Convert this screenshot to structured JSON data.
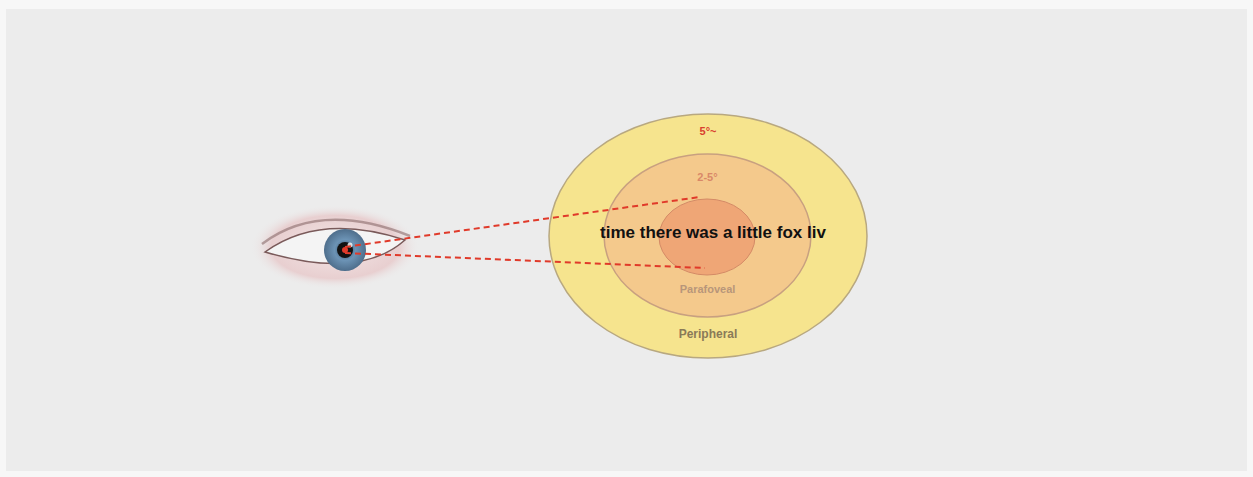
{
  "diagram": {
    "nodes": [
      {
        "text": [
          "5°~",
          "Peripheral"
        ]
      },
      {
        "text": [
          "2-5°",
          "Parafoveal"
        ],
        "in": 0
      }
    ],
    "labels": [
      "time there was a little fox liv"
    ]
  }
}
